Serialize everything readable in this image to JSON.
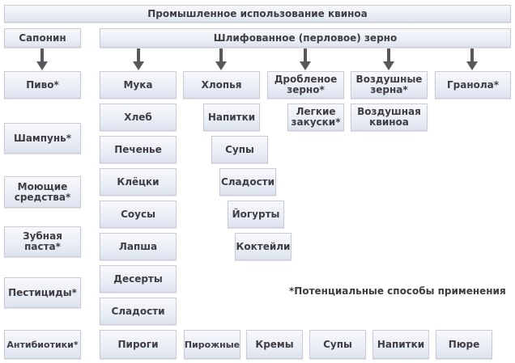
{
  "title": "Промышленное использование квиноа",
  "saponin": {
    "label": "Сапонин",
    "uses": [
      "Пиво*",
      "Шампунь*",
      "Моющие\nсредства*",
      "Зубная\nпаста*",
      "Пестициды*",
      "Антибиотики*"
    ]
  },
  "grain": {
    "label": "Шлифованное (перловое) зерно",
    "categories": [
      {
        "label": "Мука",
        "uses": [
          "Хлеб",
          "Печенье",
          "Клёцки",
          "Соусы",
          "Лапша",
          "Десерты",
          "Сладости",
          "Пироги"
        ]
      },
      {
        "label": "Хлопья",
        "uses": [
          "Напитки",
          "Супы",
          "Сладости",
          "Йогурты",
          "Коктейли"
        ]
      },
      {
        "label": "Дробленое\nзерно*",
        "uses": [
          "Легкие\nзакуски*"
        ]
      },
      {
        "label": "Воздушные\nзерна*",
        "uses": [
          "Воздушная\nквиноа"
        ]
      },
      {
        "label": "Гранола*",
        "uses": []
      }
    ],
    "bottom_row": [
      "Пирожные",
      "Кремы",
      "Супы",
      "Напитки",
      "Пюре"
    ]
  },
  "note": "*Потенциальные способы применения",
  "colors": {
    "box_top": "#f7f8fb",
    "box_bottom": "#dde3ef",
    "border": "#c9ccd4",
    "arrow": "#58585c",
    "text": "#3d3d42"
  }
}
